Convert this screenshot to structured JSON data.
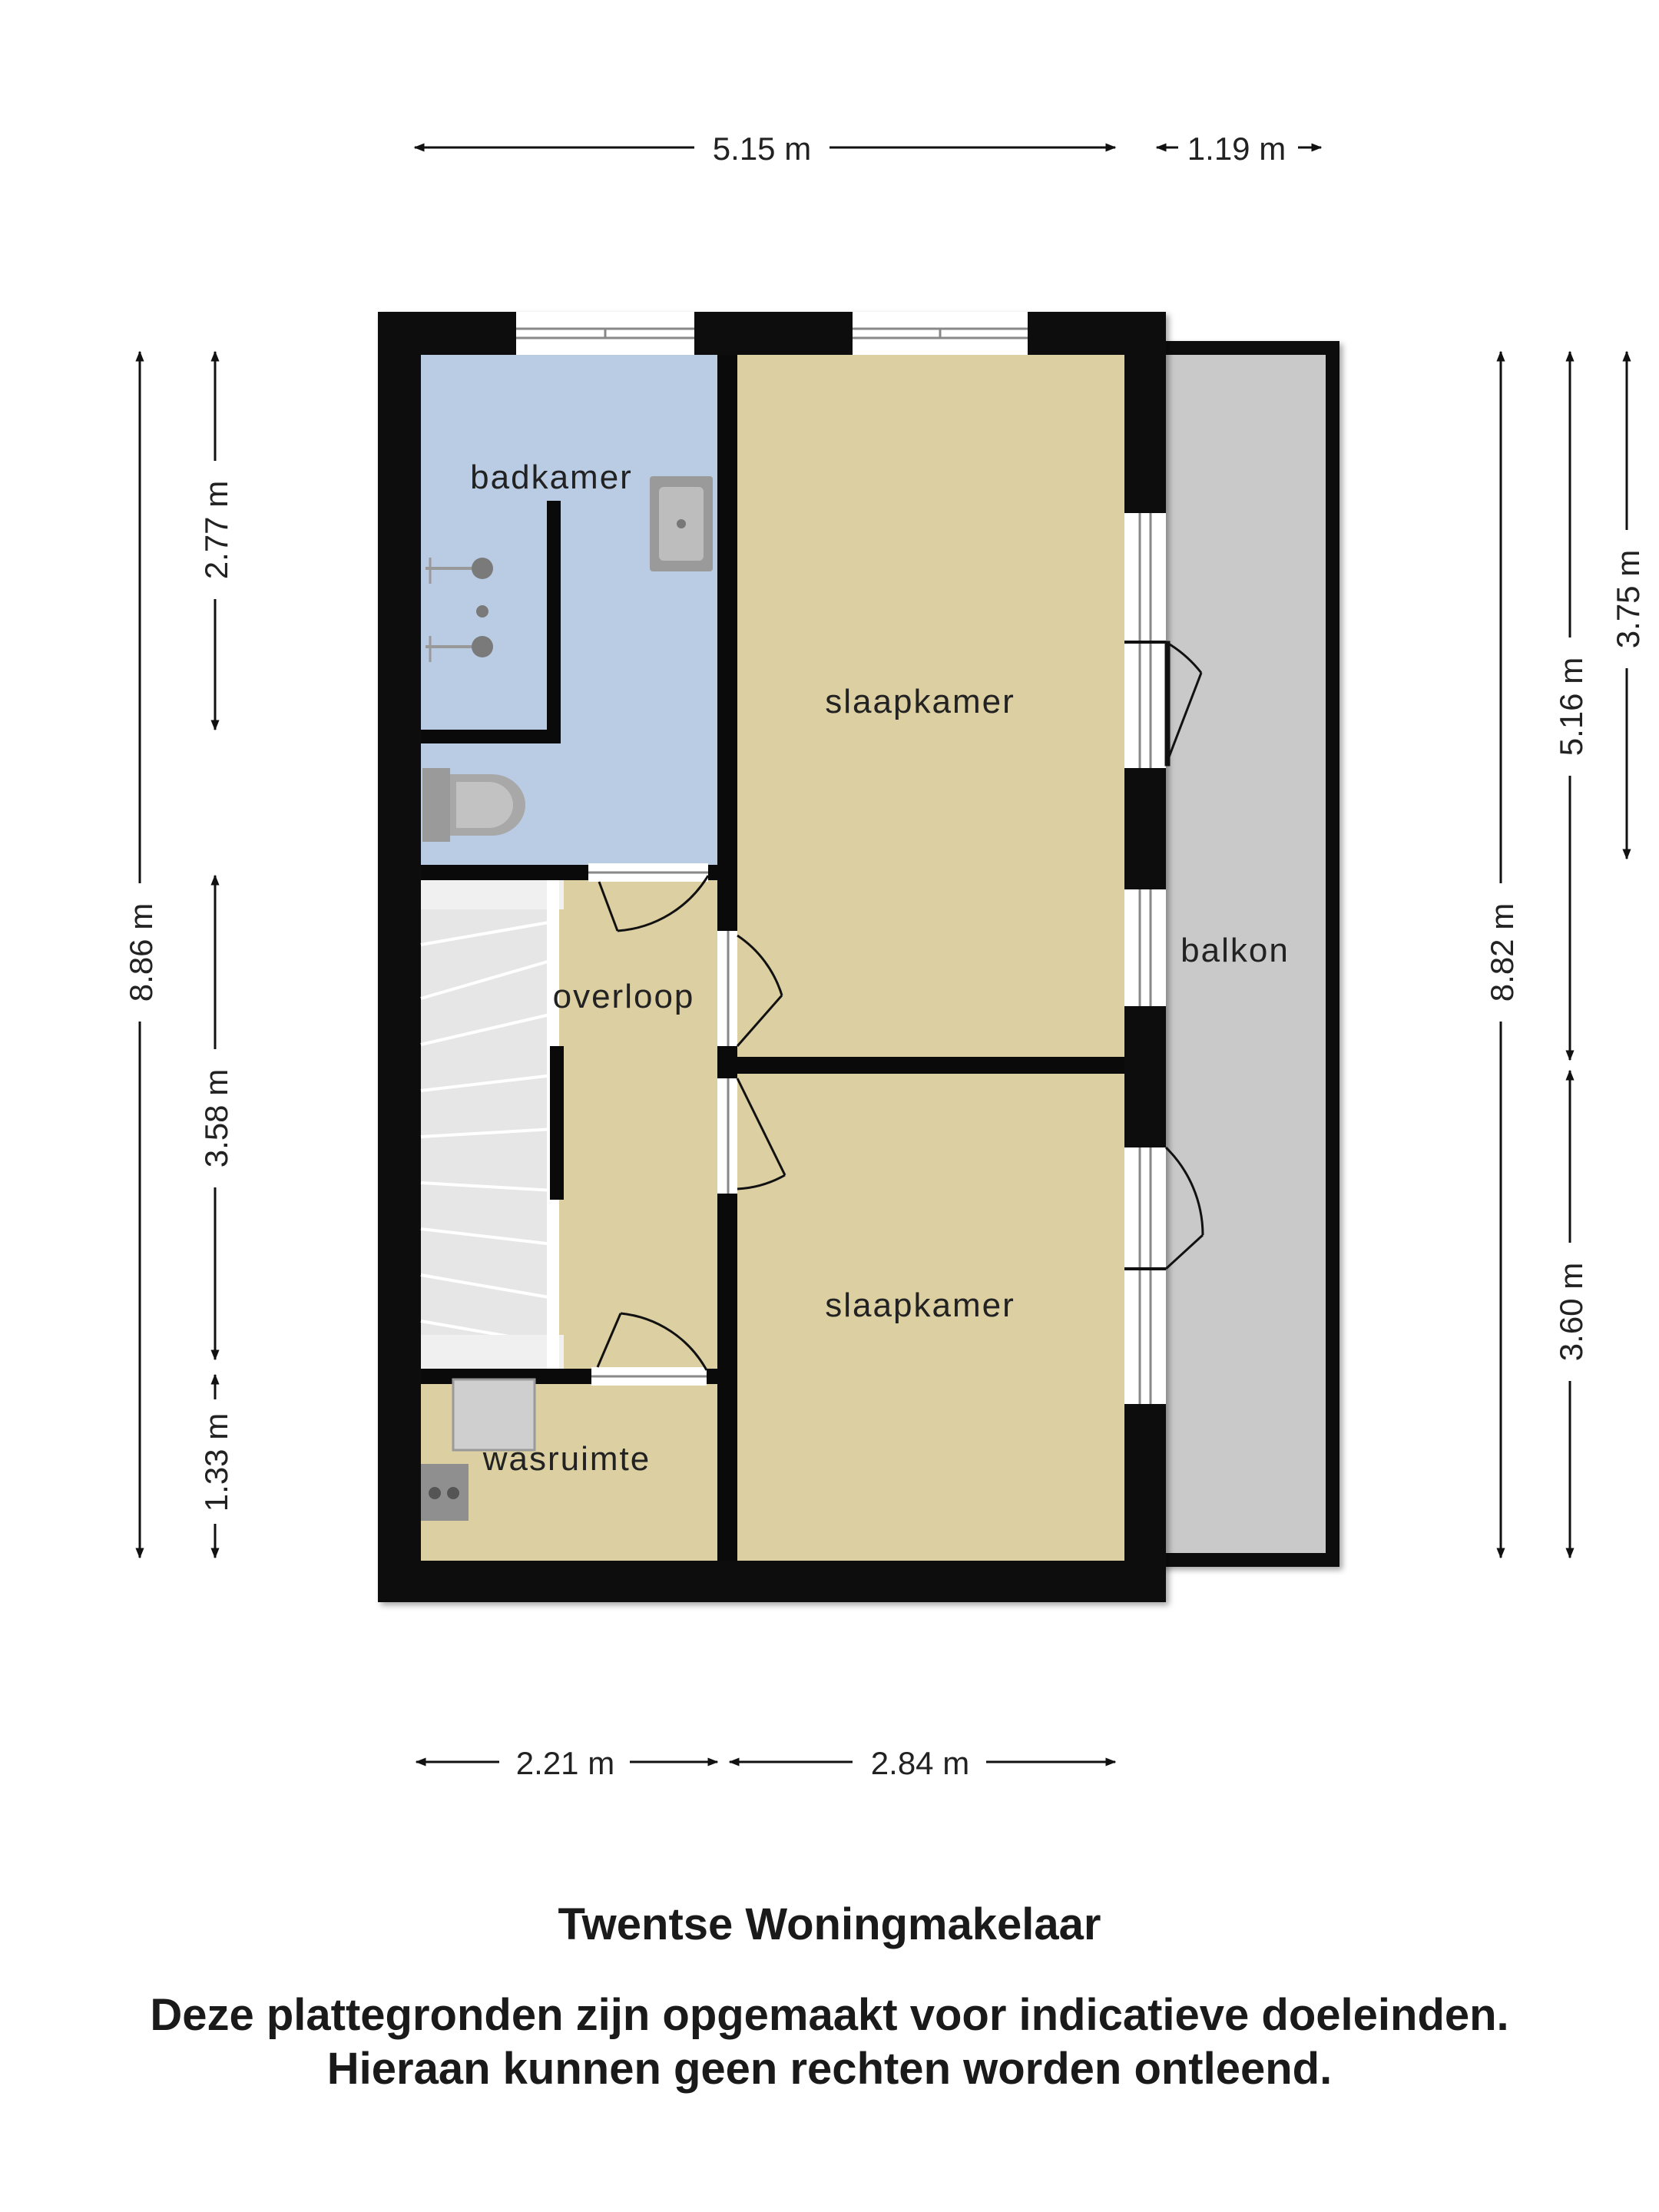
{
  "rooms": {
    "badkamer": "badkamer",
    "slaapkamer_top": "slaapkamer",
    "slaapkamer_bottom": "slaapkamer",
    "overloop": "overloop",
    "wasruimte": "wasruimte",
    "balkon": "balkon"
  },
  "dimensions": {
    "top_main": "5.15 m",
    "top_balcony": "1.19 m",
    "bottom_left": "2.21 m",
    "bottom_right": "2.84 m",
    "left_total": "8.86 m",
    "left_bath": "2.77 m",
    "left_mid": "3.58 m",
    "left_wash": "1.33 m",
    "right_total": "8.82 m",
    "right_upper": "5.16 m",
    "right_lower": "3.60 m",
    "right_balcony": "3.75 m"
  },
  "footer": {
    "company": "Twentse Woningmakelaar",
    "disclaimer_line1": "Deze plattegronden zijn opgemaakt voor indicatieve doeleinden.",
    "disclaimer_line2": "Hieraan kunnen geen rechten worden ontleend."
  },
  "colors": {
    "wall": "#0a0a0a",
    "bathroom": "#b9cce4",
    "room": "#dccfa2",
    "balcony": "#c9c9c9",
    "stairs": "#e6e6e6"
  }
}
